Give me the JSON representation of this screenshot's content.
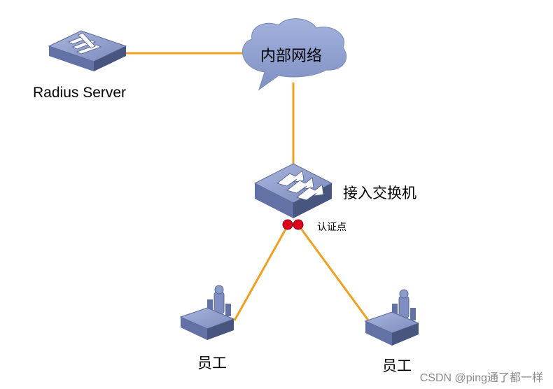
{
  "nodes": {
    "radius_server": {
      "label": "Radius Server",
      "icon": "server-icon"
    },
    "internal_network": {
      "label": "内部网络",
      "icon": "cloud-icon"
    },
    "access_switch": {
      "label": "接入交换机",
      "icon": "switch-icon"
    },
    "employee_1": {
      "label": "员工",
      "icon": "pc-icon"
    },
    "employee_2": {
      "label": "员工",
      "icon": "pc-icon"
    }
  },
  "auth_point": {
    "label": "认证点"
  },
  "edges": [
    {
      "from": "radius_server",
      "to": "internal_network"
    },
    {
      "from": "internal_network",
      "to": "access_switch"
    },
    {
      "from": "access_switch",
      "to": "employee_1"
    },
    {
      "from": "access_switch",
      "to": "employee_2"
    }
  ],
  "colors": {
    "link": "#f0a020",
    "device_top": "#8d9bc8",
    "device_side": "#5a6898",
    "device_dark": "#48557f",
    "cloud": "#8e9fcd",
    "auth_dot": "#e0001b"
  },
  "watermark": "CSDN @ping通了都一样"
}
